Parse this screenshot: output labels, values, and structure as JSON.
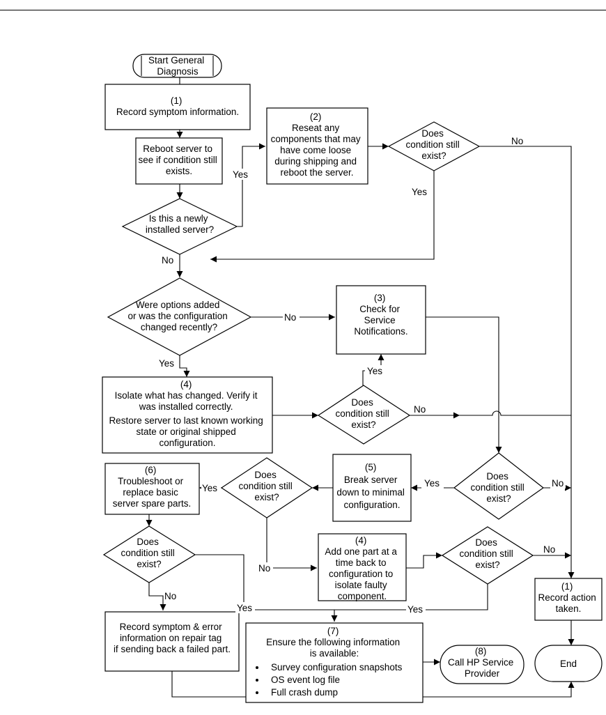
{
  "nodes": {
    "start": [
      "Start General",
      "Diagnosis"
    ],
    "record_symptom": [
      "(1)",
      "Record symptom information."
    ],
    "reboot": [
      "Reboot server to",
      "see if condition still",
      "exists."
    ],
    "reseat": [
      "(2)",
      "Reseat any",
      "components that may",
      "have come loose",
      "during shipping and",
      "reboot the server."
    ],
    "d_reseat": [
      "Does",
      "condition still",
      "exist?"
    ],
    "d_new": [
      "Is this a newly",
      "installed server?"
    ],
    "d_options": [
      "Were options added",
      "or was the configuration",
      "changed recently?"
    ],
    "check_notifications": [
      "(3)",
      "Check for",
      "Service",
      "Notifications."
    ],
    "isolate": [
      "(4)",
      "Isolate what has changed. Verify it",
      "was installed correctly.",
      "Restore server to last known working",
      "state or original shipped",
      "configuration."
    ],
    "d_isolate": [
      "Does",
      "condition still",
      "exist?"
    ],
    "troubleshoot": [
      "(6)",
      "Troubleshoot or",
      "replace basic",
      "server spare parts."
    ],
    "d_minimal": [
      "Does",
      "condition still",
      "exist?"
    ],
    "break_down": [
      "(5)",
      "Break server",
      "down to minimal",
      "configuration."
    ],
    "d_notifications": [
      "Does",
      "condition still",
      "exist?"
    ],
    "d_troubleshoot": [
      "Does",
      "condition still",
      "exist?"
    ],
    "add_part": [
      "(4)",
      "Add one part at a",
      "time back to",
      "configuration to",
      "isolate faulty",
      "component."
    ],
    "d_add_part": [
      "Does",
      "condition still",
      "exist?"
    ],
    "record_action": [
      "(1)",
      "Record action",
      "taken."
    ],
    "record_error": [
      "Record symptom & error",
      "information on repair tag",
      "if sending back a failed part."
    ],
    "ensure": {
      "heading": [
        "(7)",
        "Ensure the following information",
        "is available:"
      ],
      "bullets": [
        "Survey configuration snapshots",
        "OS event log file",
        "Full crash dump"
      ]
    },
    "call_hp": [
      "(8)",
      "Call HP Service",
      "Provider"
    ],
    "end": [
      "End"
    ]
  },
  "edge_labels": {
    "new_yes": "Yes",
    "reseat_no": "No",
    "reseat_yes": "Yes",
    "new_no": "No",
    "options_no": "No",
    "options_yes": "Yes",
    "isolate_yes": "Yes",
    "isolate_no": "No",
    "notif_yes": "Yes",
    "notif_no": "No",
    "minimal_yes": "Yes",
    "minimal_no": "No",
    "trouble_no": "No",
    "trouble_yes": "Yes",
    "addpart_no": "No",
    "addpart_yes": "Yes"
  }
}
